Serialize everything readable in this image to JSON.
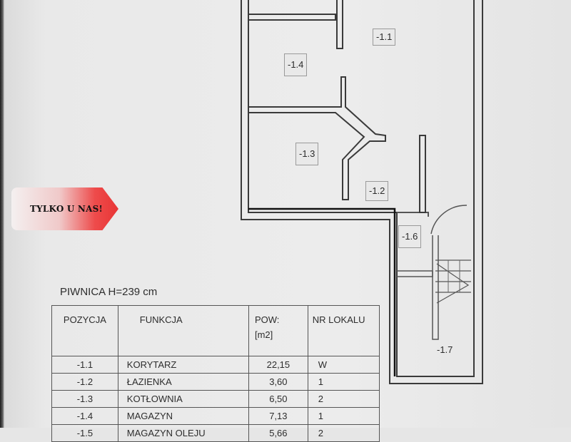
{
  "rooms": [
    {
      "id": "-1.1"
    },
    {
      "id": "-1.4"
    },
    {
      "id": "-1.3"
    },
    {
      "id": "-1.2"
    },
    {
      "id": "-1.6"
    },
    {
      "id": "-1.7"
    }
  ],
  "badge": {
    "text": "TYLKO U NAS!",
    "color": "#e83535"
  },
  "table": {
    "title": "PIWNICA H=239 cm",
    "headers": {
      "pozycja": "POZYCJA",
      "funkcja": "FUNKCJA",
      "pow": "POW:",
      "pow_unit": "[m2]",
      "nr": "NR LOKALU"
    },
    "rows": [
      {
        "poz": "-1.1",
        "funkcja": "KORYTARZ",
        "pow": "22,15",
        "nr": "W"
      },
      {
        "poz": "-1.2",
        "funkcja": "ŁAZIENKA",
        "pow": "3,60",
        "nr": "1"
      },
      {
        "poz": "-1.3",
        "funkcja": "KOTŁOWNIA",
        "pow": "6,50",
        "nr": "2"
      },
      {
        "poz": "-1.4",
        "funkcja": "MAGAZYN",
        "pow": "7,13",
        "nr": "1"
      },
      {
        "poz": "-1.5",
        "funkcja": "MAGAZYN OLEJU",
        "pow": "5,66",
        "nr": "2"
      }
    ]
  }
}
